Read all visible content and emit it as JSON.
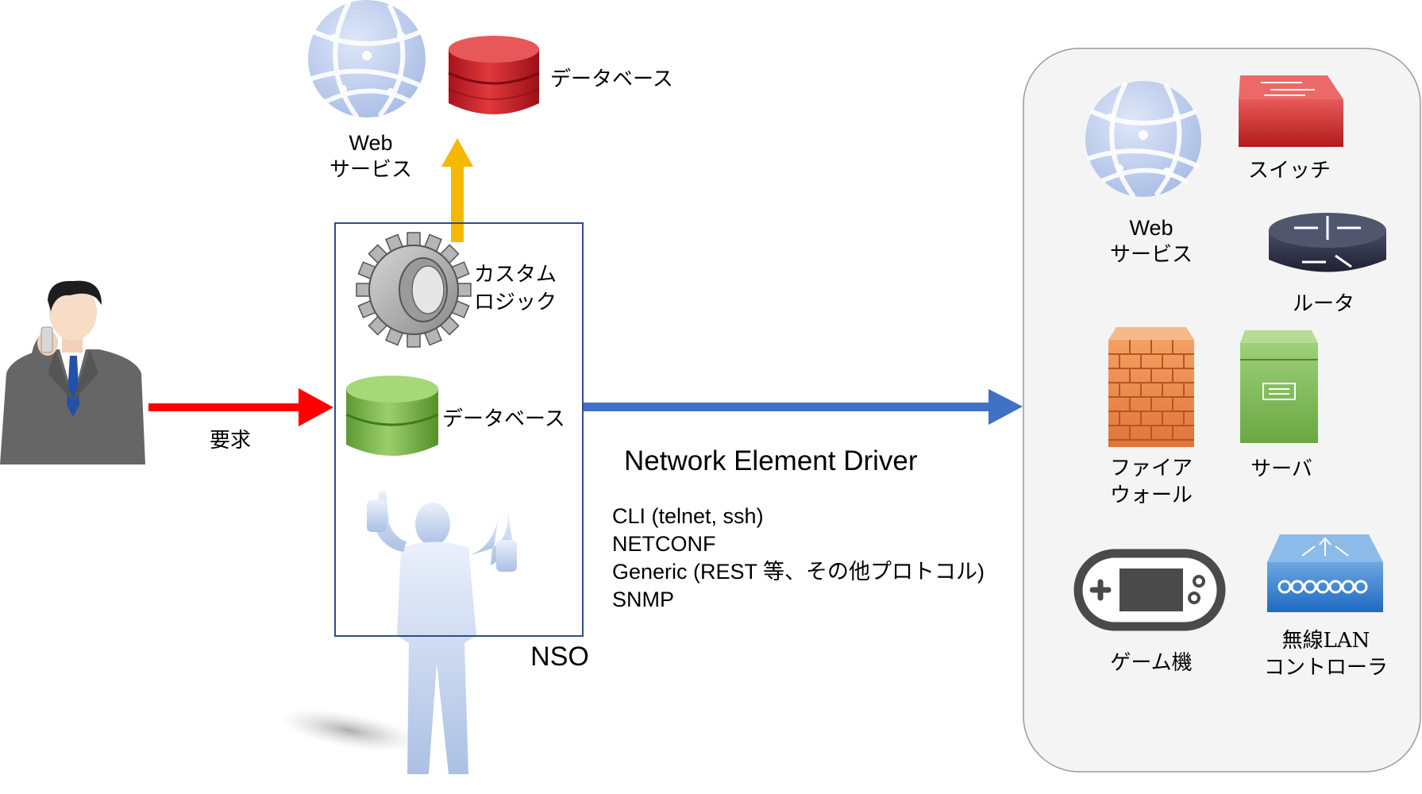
{
  "top": {
    "web_service_line1": "Web",
    "web_service_line2": "サービス",
    "database_label": "データベース"
  },
  "nso": {
    "label": "NSO",
    "custom_logic_line1": "カスタム",
    "custom_logic_line2": "ロジック",
    "database_label": "データベース"
  },
  "request": {
    "label": "要求"
  },
  "driver": {
    "title": "Network Element Driver",
    "protocols": [
      "CLI (telnet, ssh)",
      "NETCONF",
      "Generic (REST 等、その他プロトコル)",
      "SNMP"
    ]
  },
  "devices": {
    "web_service_line1": "Web",
    "web_service_line2": "サービス",
    "switch": "スイッチ",
    "router": "ルータ",
    "firewall_line1": "ファイア",
    "firewall_line2": "ウォール",
    "server": "サーバ",
    "game_console": "ゲーム機",
    "wlan_line1": "無線LAN",
    "wlan_line2": "コントローラ"
  },
  "colors": {
    "request_arrow": "#ff0000",
    "db_arrow": "#f5b800",
    "driver_arrow": "#3f72c4",
    "nso_border": "#2d4e8a",
    "device_panel": "#f4f4f4"
  }
}
